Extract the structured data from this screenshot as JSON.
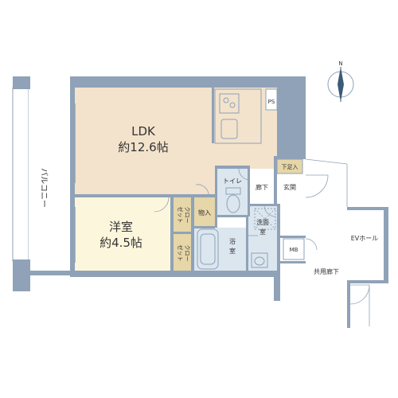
{
  "colors": {
    "wall": "#8fa2b7",
    "ldk_floor": "#f3e3cc",
    "western_floor": "#fcf7dc",
    "closet_floor": "#e6d6a8",
    "wet_floor": "#dbe6ef",
    "entrance_floor": "#ffffff",
    "fixture": "#8fa2b7",
    "text": "#333333",
    "compass_accent": "#3c5a78"
  },
  "rooms": {
    "ldk_name": "LDK",
    "ldk_size": "約12.6帖",
    "western_name": "洋室",
    "western_size": "約4.5帖",
    "balcony": "バルコニー",
    "closet_1_top": "クロー",
    "closet_1_bottom": "ゼット",
    "closet_2_top": "クロー",
    "closet_2_bottom": "ゼット",
    "storage": "物入",
    "toilet": "トイレ",
    "hallway": "廊下",
    "entrance": "玄関",
    "shoe_box": "下足入",
    "washroom_top": "洗面",
    "washroom_bottom": "室",
    "bath_top": "浴",
    "bath_bottom": "室",
    "pipe_space": "PS",
    "meter_box": "MB",
    "ev_hall": "EVホール",
    "common_hallway": "共用廊下"
  },
  "compass": {
    "north_label": "N",
    "icon": "north-compass-icon"
  }
}
